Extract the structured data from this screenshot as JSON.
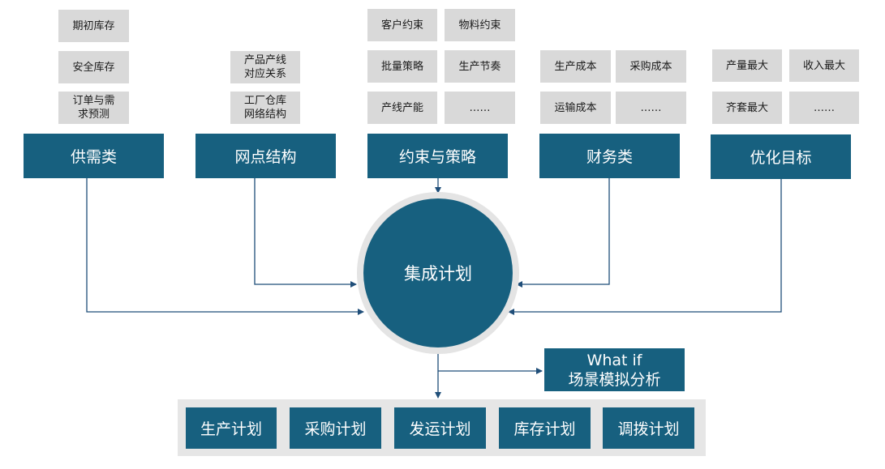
{
  "groups": {
    "supply": {
      "label": "供需类",
      "items": [
        "期初库存",
        "安全库存",
        "订单与需求预测"
      ]
    },
    "network": {
      "label": "网点结构",
      "items": [
        "产品产线对应关系",
        "工厂仓库网络结构"
      ]
    },
    "constraints": {
      "label": "约束与策略",
      "items": [
        "客户约束",
        "物料约束",
        "批量策略",
        "生产节奏",
        "产线产能",
        "……"
      ]
    },
    "finance": {
      "label": "财务类",
      "items": [
        "生产成本",
        "采购成本",
        "运输成本",
        "……"
      ]
    },
    "objective": {
      "label": "优化目标",
      "items": [
        "产量最大",
        "收入最大",
        "齐套最大",
        "……"
      ]
    }
  },
  "hub": {
    "label": "集成计划"
  },
  "what_if": {
    "line1": "What if",
    "line2": "场景模拟分析"
  },
  "plans": [
    "生产计划",
    "采购计划",
    "发运计划",
    "库存计划",
    "调拨计划"
  ],
  "colors": {
    "primary": "#17607f",
    "tag": "#d9d9d9",
    "ring": "#e4e4e4",
    "connector": "#1f4e79"
  }
}
